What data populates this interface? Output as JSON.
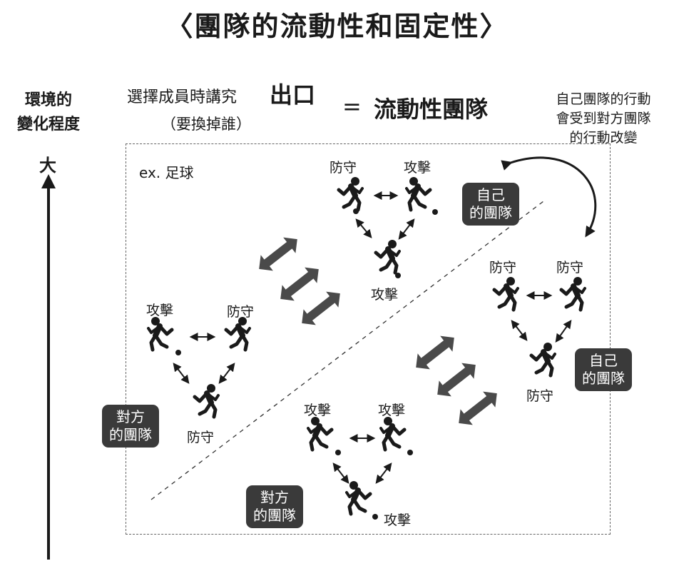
{
  "title": "〈團隊的流動性和固定性〉",
  "axis": {
    "label_line1": "環境的",
    "label_line2": "變化程度",
    "big": "大"
  },
  "header": {
    "selection_text": "選擇成員時講究",
    "exit": "出口",
    "subtext": "（要換掉誰）",
    "equals": "=",
    "result": "流動性團隊"
  },
  "note": {
    "line1": "自己團隊的行動",
    "line2": "會受到對方團隊",
    "line3": "的行動改變"
  },
  "example": "ex. 足球",
  "teams": {
    "own_line1": "自己",
    "own_line2": "的團隊",
    "opp_line1": "對方",
    "opp_line2": "的團隊"
  },
  "roles": {
    "defend": "防守",
    "attack": "攻擊"
  },
  "colors": {
    "tag_bg": "#3a3a3a",
    "arrow": "#4a4a4a",
    "ink": "#1a1a1a"
  }
}
